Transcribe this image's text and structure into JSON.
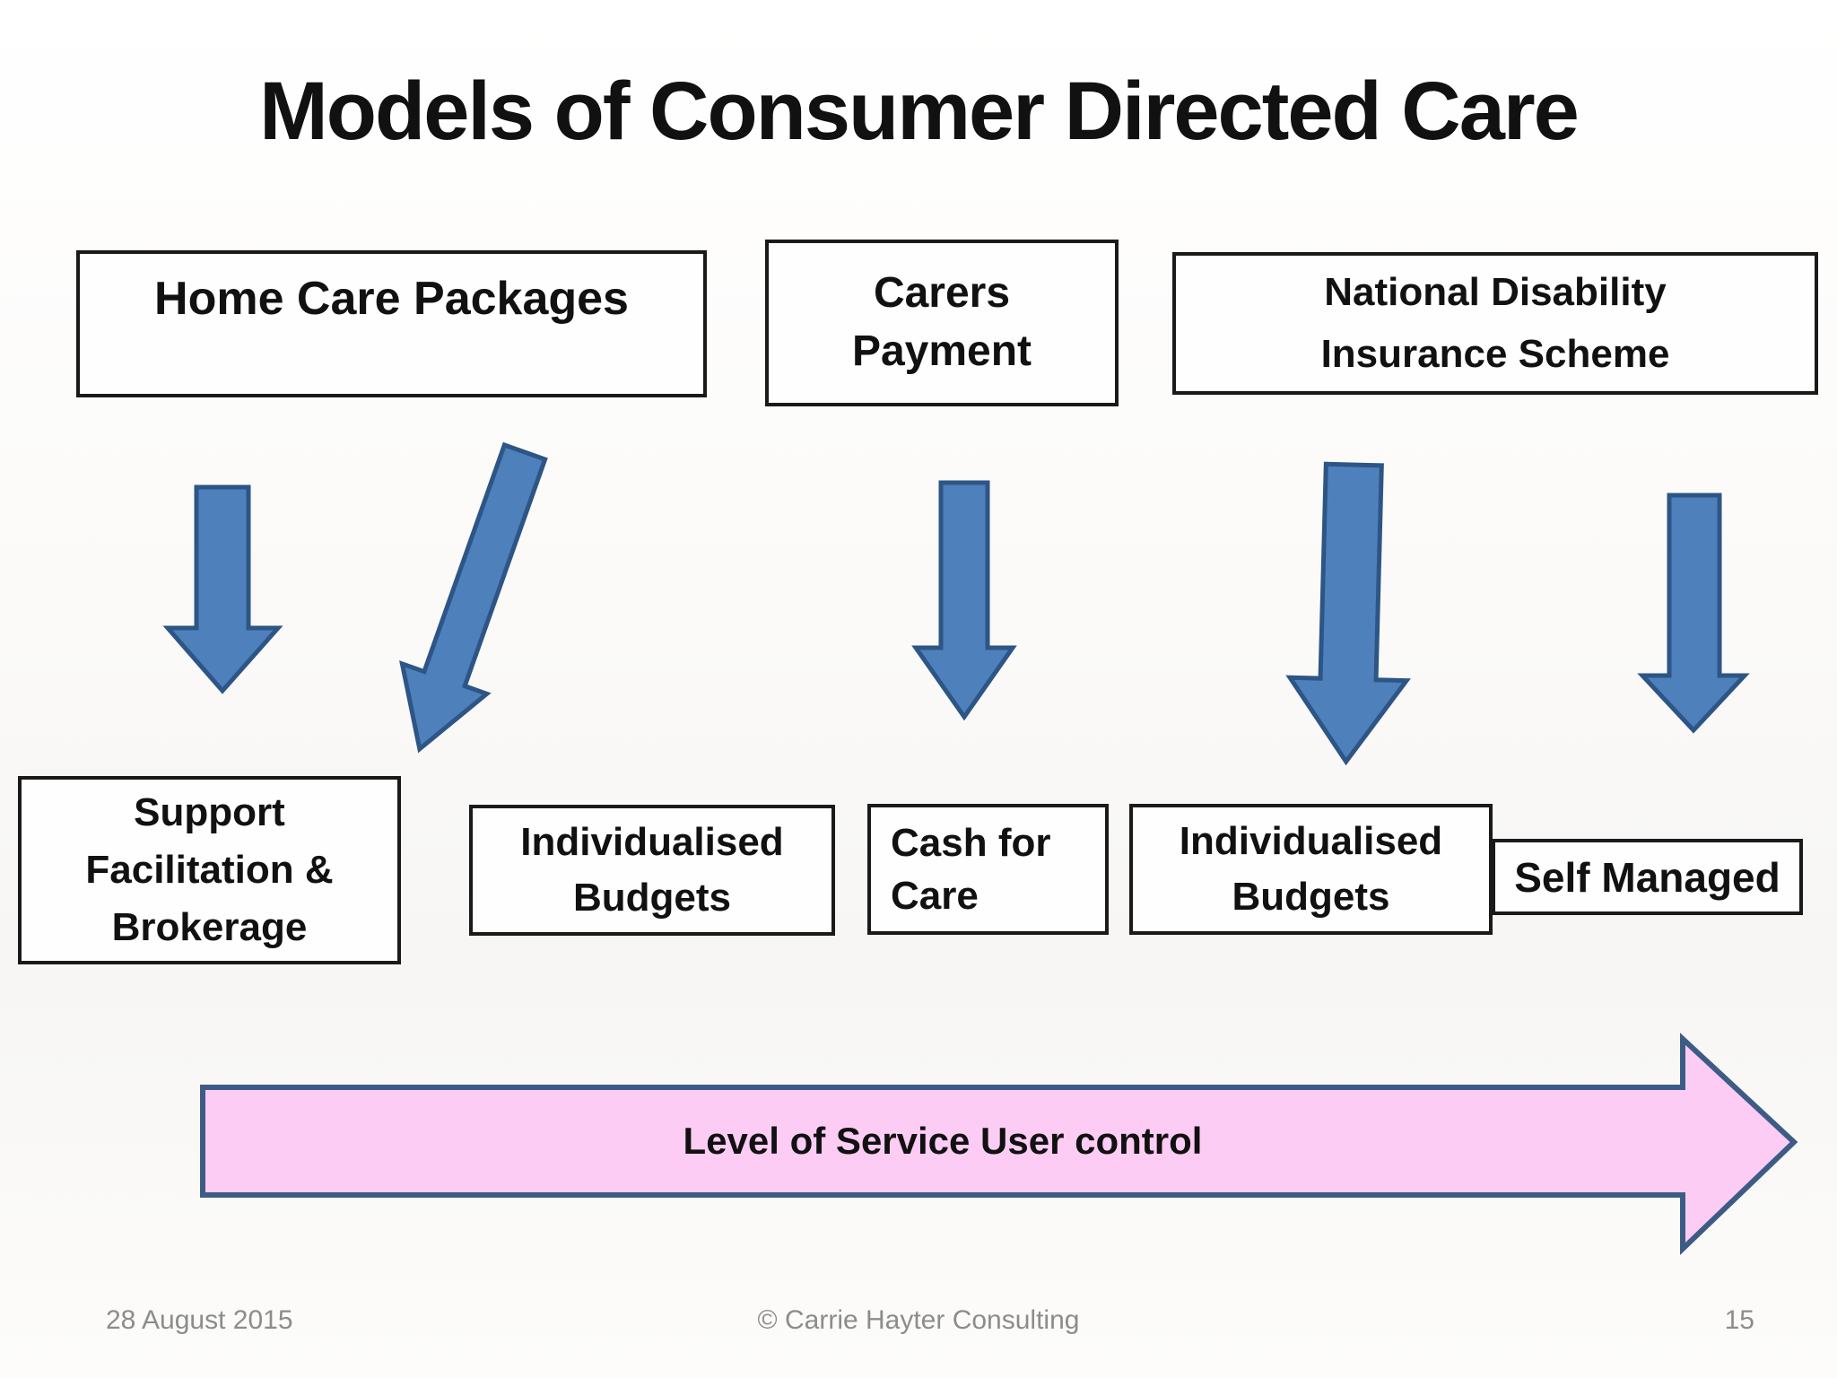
{
  "slide": {
    "title": "Models of Consumer Directed Care",
    "top_boxes": [
      {
        "lines": [
          "Home Care Packages"
        ]
      },
      {
        "lines": [
          "Carers",
          "Payment"
        ]
      },
      {
        "lines": [
          "National Disability",
          "Insurance Scheme"
        ]
      }
    ],
    "bottom_boxes": [
      {
        "lines": [
          "Support",
          "Facilitation &",
          "Brokerage"
        ]
      },
      {
        "lines": [
          "Individualised",
          "Budgets"
        ]
      },
      {
        "lines": [
          "Cash for",
          "Care"
        ]
      },
      {
        "lines": [
          "Individualised",
          "Budgets"
        ]
      },
      {
        "lines": [
          "Self Managed"
        ]
      }
    ],
    "banner_arrow": {
      "label": "Level of Service User control"
    },
    "footer": {
      "date": "28 August 2015",
      "copyright": "© Carrie Hayter Consulting",
      "page_number": "15"
    }
  },
  "colors": {
    "text": "#111111",
    "box_fill": "#fefefe",
    "box_border": "#1a1a1a",
    "arrow_fill": "#4e80bc",
    "arrow_border": "#2d5585",
    "banner_fill": "#fdccf5",
    "banner_border": "#3d5c85",
    "footer_text": "#8c8c8c"
  }
}
